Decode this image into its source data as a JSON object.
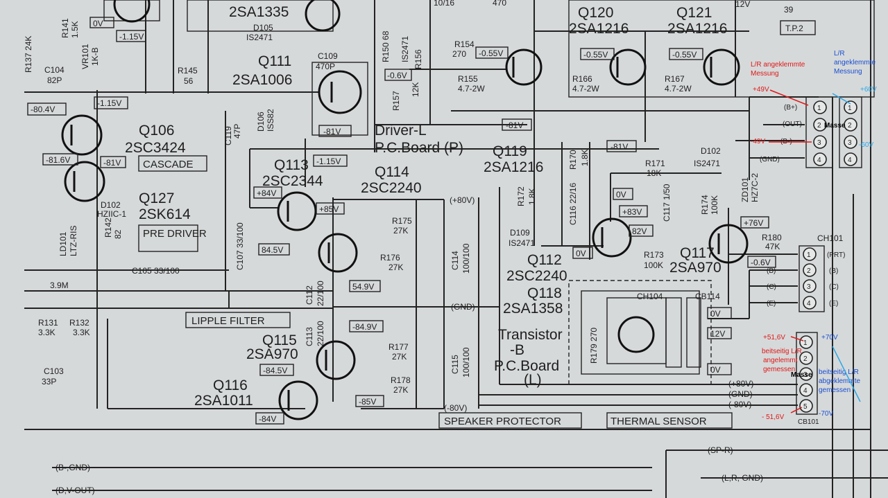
{
  "transistors": [
    {
      "ref": "Q106",
      "type": "2SC3424",
      "tag": "CASCADE"
    },
    {
      "ref": "Q111",
      "type": "2SA1006"
    },
    {
      "ref": "Q113",
      "type": "2SC2344"
    },
    {
      "ref": "Q114",
      "type": "2SC2240"
    },
    {
      "ref": "Q115",
      "type": "2SA970"
    },
    {
      "ref": "Q116",
      "type": "2SA1011"
    },
    {
      "ref": "Q127",
      "type": "2SK614",
      "tag": "PRE DRIVER"
    },
    {
      "ref": "Q119",
      "type": "2SA1216"
    },
    {
      "ref": "Q120",
      "type": "2SA1216"
    },
    {
      "ref": "Q121",
      "type": "2SA1216"
    },
    {
      "ref": "Q112",
      "type": "2SC2240"
    },
    {
      "ref": "Q117",
      "type": "2SA970"
    },
    {
      "ref": "Q118",
      "type": "2SA1358"
    }
  ],
  "top_labels": [
    "2SA1335",
    "D105",
    "IS2471",
    "C109",
    "470P",
    "R150 68",
    "R154",
    "270",
    "IS2471",
    "R141",
    "1.5K",
    "R137 24K",
    "C104",
    "82P",
    "VR101",
    "1K-B",
    "R145",
    "56",
    "D106",
    "ISS82",
    "C119",
    "47P",
    "R155",
    "4.7-2W",
    "R166",
    "4.7-2W",
    "R167",
    "4.7-2W",
    "R157",
    "R156",
    "12K",
    "10/16",
    "470"
  ],
  "voltages": [
    "-1.15V",
    "-80.4V",
    "-1.15V",
    "-81.6V",
    "-81V",
    "-1.15V",
    "-81V",
    "-0.6V",
    "-0.55V",
    "-0.55V",
    "-0.55V",
    "-81V",
    "-81V",
    "+84V",
    "+85V",
    "84.5V",
    "54.9V",
    "-84.9V",
    "-84.5V",
    "-85V",
    "-84V",
    "0V",
    "+83V",
    "82V",
    "0V",
    "+76V",
    "-0.6V",
    "0V",
    "12V",
    "0V",
    "12V",
    "0V"
  ],
  "board_labels": {
    "driver": "Driver-L",
    "pcboard_p": "P.C.Board (P)",
    "transistor_board": [
      "Transistor",
      "-B",
      "P.C.Board",
      "(L)"
    ]
  },
  "section_labels": {
    "ripple": "LIPPLE FILTER",
    "speaker": "SPEAKER PROTECTOR",
    "thermal": "THERMAL SENSOR"
  },
  "components": [
    "R175",
    "27K",
    "R176",
    "27K",
    "R177",
    "27K",
    "R178",
    "27K",
    "C114",
    "100/100",
    "C115",
    "100/100",
    "C112",
    "22/100",
    "C113",
    "22/100",
    "C107 33/100",
    "C105 33/100",
    "R171",
    "18K",
    "D102",
    "IS2471",
    "R170",
    "1.8K",
    "R172",
    "1.8K",
    "C116 22/16",
    "D109",
    "IS2471",
    "R174",
    "100K",
    "C117 1/50",
    "ZD101",
    "HZ7C-2",
    "R173",
    "100K",
    "R180",
    "47K",
    "CH101",
    "CH104",
    "CB114",
    "R179 270",
    "R142",
    "82",
    "D102",
    "HZIIC-1",
    "LD101",
    "LTZ-RIS",
    "R131",
    "3.3K",
    "R132",
    "3.3K",
    "C103",
    "33P",
    "3.9M"
  ],
  "rails": [
    "(+80V)",
    "(GND)",
    "(-80V)",
    "(+80V)",
    "(GND)",
    "(-80V)",
    "(B-,GND)",
    "(D,V-OUT)",
    "(SP-R)",
    "(L,R, GND)"
  ],
  "connectors": {
    "top": {
      "header": "39",
      "sub": "T.P.2",
      "labels": [
        "(B+)",
        "(OUT)",
        "(B-)",
        "(GND)"
      ],
      "pins": [
        "1",
        "2",
        "3",
        "4"
      ]
    },
    "ch101": {
      "labels": [
        "(PRT)",
        "(B)",
        "(C)",
        "(E)"
      ],
      "pins": [
        "1",
        "2",
        "3",
        "4"
      ]
    },
    "cb": {
      "name": "CB101",
      "pins": [
        "1",
        "2",
        "3",
        "4",
        "5"
      ]
    },
    "right_pins": [
      "1",
      "2",
      "3",
      "4"
    ]
  },
  "annotations": {
    "red_top": [
      "L/R angeklemmte",
      "Messung"
    ],
    "blue_top": [
      "L/R",
      "angeklemmte",
      "Messung"
    ],
    "plus49": "+49V",
    "minus49": "-49V",
    "plus60": "+60V",
    "minus60": "-60V",
    "masse": "Masse",
    "masse2": "Masse",
    "plus516": "+51,6V",
    "minus516": "- 51,6V",
    "plus70": "+70V",
    "minus70": "-70V",
    "red_bottom": [
      "beitseitig L/R",
      "angelemmt",
      "gemessen"
    ],
    "blue_bottom": [
      "beitseitig L/R",
      "abgeklemmte",
      "gemessen"
    ]
  },
  "colors": {
    "paper": "#d6d9da",
    "ink": "#1e1e1e",
    "red": "#e01818",
    "blue": "#1a4fd0",
    "cyan": "#2aa8e8"
  }
}
